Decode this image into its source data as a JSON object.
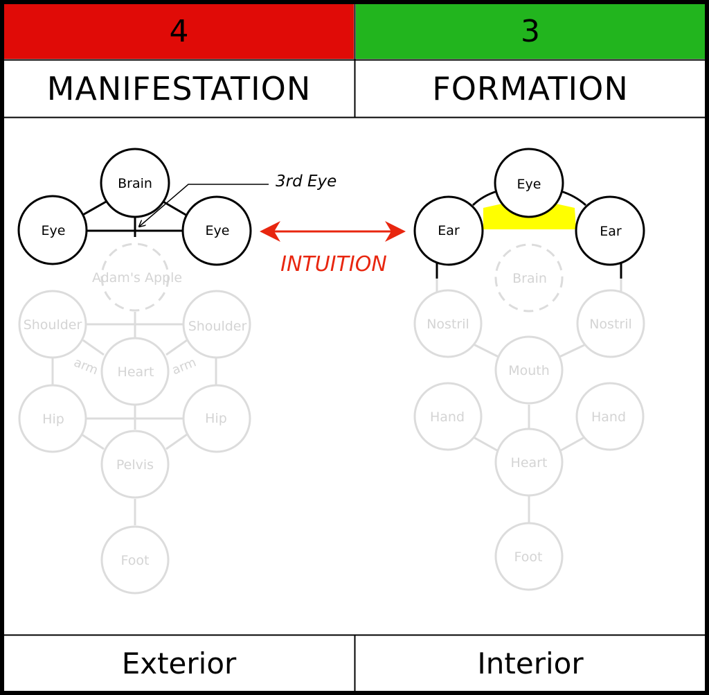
{
  "header": {
    "left": {
      "number": "4",
      "title": "MANIFESTATION",
      "color": "#e00b07"
    },
    "right": {
      "number": "3",
      "title": "FORMATION",
      "color": "#22b51e"
    }
  },
  "footer": {
    "left": "Exterior",
    "right": "Interior"
  },
  "middle": {
    "label": "INTUITION",
    "arrow_color": "#e8260f"
  },
  "highlight_color": "#ffff00",
  "left_figure": {
    "callout": "3rd Eye",
    "nodes": {
      "brain": "Brain",
      "eye_left": "Eye",
      "eye_right": "Eye",
      "adams_apple": "Adam's Apple",
      "shoulder_left": "Shoulder",
      "shoulder_right": "Shoulder",
      "heart": "Heart",
      "hip_left": "Hip",
      "hip_right": "Hip",
      "pelvis": "Pelvis",
      "foot": "Foot"
    },
    "arm_left": "arm",
    "arm_right": "arm"
  },
  "right_figure": {
    "nodes": {
      "eye": "Eye",
      "ear_left": "Ear",
      "ear_right": "Ear",
      "brain": "Brain",
      "nostril_left": "Nostril",
      "nostril_right": "Nostril",
      "mouth": "Mouth",
      "hand_left": "Hand",
      "hand_right": "Hand",
      "heart": "Heart",
      "foot": "Foot"
    }
  }
}
